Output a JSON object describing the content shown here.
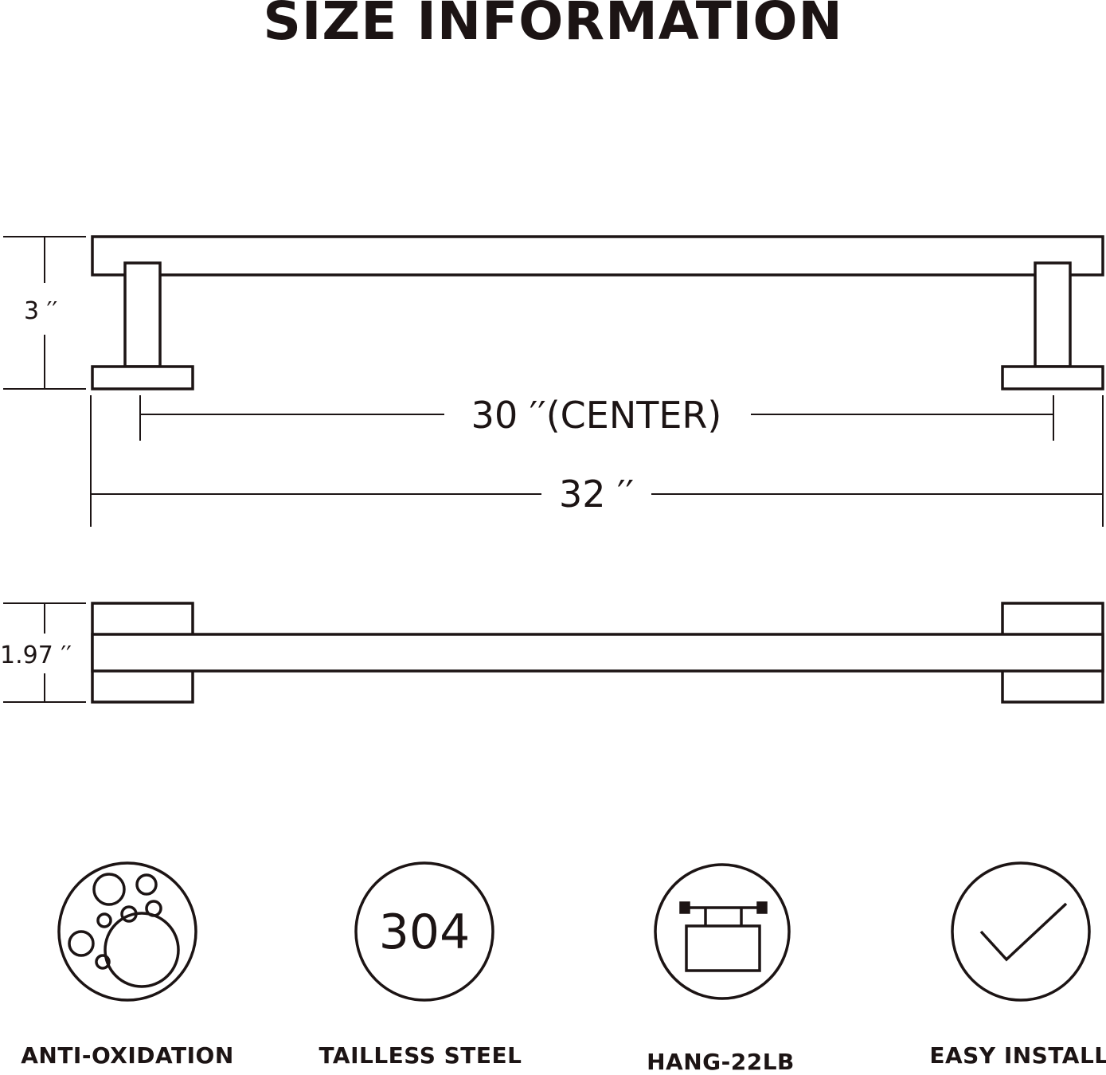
{
  "title": "SIZE INFORMATION",
  "dimensions": {
    "height": "3 ′′",
    "center": "30 ′′(CENTER)",
    "length": "32 ′′",
    "depth": "1.97 ′′"
  },
  "features": [
    {
      "label": "ANTI-OXIDATION",
      "icon": "bubbles-icon"
    },
    {
      "label": "TAILLESS STEEL",
      "icon": "304-badge-icon",
      "badge_text": "304"
    },
    {
      "label": "HANG-22LB",
      "icon": "hanging-weight-icon"
    },
    {
      "label": "EASY INSTALL",
      "icon": "checkmark-icon"
    }
  ],
  "colors": {
    "ink": "#1c1414",
    "background": "#ffffff"
  }
}
